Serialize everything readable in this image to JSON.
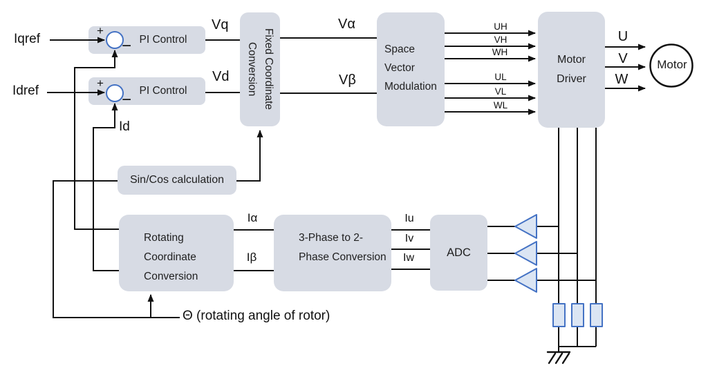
{
  "colors": {
    "block_fill": "#d7dbe4",
    "component_fill": "#dbe5f3",
    "component_stroke": "#4472c4",
    "wire": "#111111",
    "text": "#1a1a1a"
  },
  "blocks": {
    "pi_control_q": {
      "label": "PI Control"
    },
    "pi_control_d": {
      "label": "PI Control"
    },
    "fixed_coordinate_conversion": {
      "label": "Fixed Coordinate Conversion"
    },
    "space_vector_modulation": {
      "label": "Space Vector Modulation"
    },
    "motor_driver": {
      "label": "Motor Driver"
    },
    "sin_cos_calculation": {
      "label": "Sin/Cos calculation"
    },
    "rotating_coordinate_conversion": {
      "label": "Rotating Coordinate Conversion"
    },
    "three_phase_to_two_phase": {
      "label": "3-Phase to 2-Phase Conversion"
    },
    "adc": {
      "label": "ADC"
    },
    "motor": {
      "label": "Motor"
    }
  },
  "signals": {
    "iqref": "Iqref",
    "idref": "Idref",
    "id": "Id",
    "vq": "Vq",
    "vd": "Vd",
    "v_alpha": "Vα",
    "v_beta": "Vβ",
    "uh": "UH",
    "vh": "VH",
    "wh": "WH",
    "ul": "UL",
    "vl": "VL",
    "wl": "WL",
    "u": "U",
    "v": "V",
    "w": "W",
    "i_alpha": "Iα",
    "i_beta": "Iβ",
    "iu": "Iu",
    "iv": "Iv",
    "iw": "Iw",
    "theta": "Θ (rotating angle of rotor)",
    "plus": "+",
    "minus": "−"
  }
}
